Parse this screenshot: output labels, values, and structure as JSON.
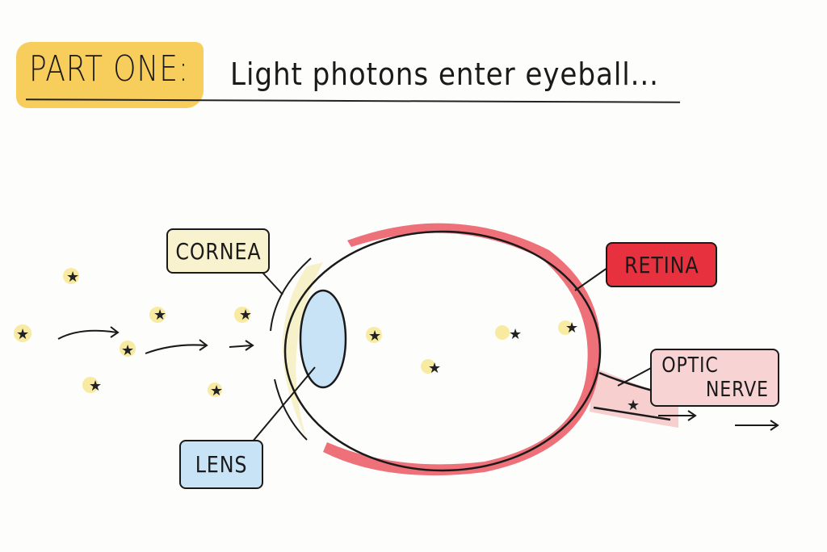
{
  "title": {
    "part": "PART ONE:",
    "text": "Light photons enter eyeball..."
  },
  "labels": {
    "cornea": "CORNEA",
    "lens": "LENS",
    "retina": "RETINA",
    "optic_nerve_1": "OPTIC",
    "optic_nerve_2": "NERVE"
  },
  "colors": {
    "highlight": "#f6c84a",
    "cornea": "#f7f0c4",
    "lens": "#c9e3f6",
    "retina": "#e8313e",
    "nerve": "#f7cfcf"
  }
}
